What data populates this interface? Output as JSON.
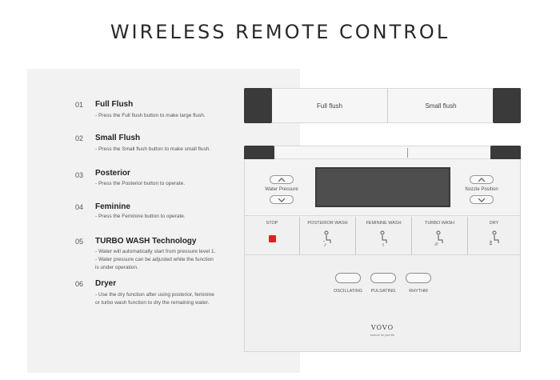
{
  "page": {
    "title": "WIRELESS REMOTE CONTROL"
  },
  "features": [
    {
      "num": "01",
      "title": "Full Flush",
      "desc": [
        "- Press the Full flush button to make large flush."
      ]
    },
    {
      "num": "02",
      "title": "Small Flush",
      "desc": [
        "- Press the Small flush button to make small flush."
      ]
    },
    {
      "num": "03",
      "title": "Posterior",
      "desc": [
        "- Press the Posterior button to operate."
      ]
    },
    {
      "num": "04",
      "title": "Feminine",
      "desc": [
        "- Press the Feminine button to operate."
      ]
    },
    {
      "num": "05",
      "title": "TURBO WASH Technology",
      "desc": [
        "- Water will automatically start from pressure level 1.",
        "- Water pressure can be adjusted while the function",
        "   is under operation."
      ]
    },
    {
      "num": "06",
      "title": "Dryer",
      "desc": [
        "- Use the dry function after using posterior, feminine",
        "   or turbo wash function to dry the remaining water."
      ]
    }
  ],
  "flush": {
    "full_label": "Full flush",
    "small_label": "Small flush"
  },
  "remote": {
    "water_pressure_label": "Water Pressure",
    "nozzle_position_label": "Nozzle Position",
    "functions": {
      "stop": "STOP",
      "posterior": "POSTERIOR WASH",
      "feminine": "FEMININE WASH",
      "turbo": "TURBO WASH",
      "dry": "DRY"
    },
    "modes": {
      "oscillating": "OSCILLATING",
      "pulsating": "PULSATING",
      "rhythm": "RHYTHM"
    },
    "brand": "VOVO",
    "tagline": "science for your life"
  },
  "colors": {
    "stop_indicator": "#e02020",
    "lcd": "#4e4e4e",
    "caps": "#3a3a3a"
  }
}
